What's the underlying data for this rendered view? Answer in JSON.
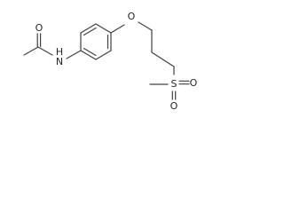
{
  "molecule": {
    "atoms": {
      "carbonyl_o": "O",
      "amide_n": "N",
      "amide_h": "H",
      "ether_o": "O",
      "sulfur": "S",
      "sulfonyl_o1": "O",
      "sulfonyl_o2": "O"
    },
    "colors": {
      "bond": "#404040",
      "label": "#262626",
      "background": "#ffffff"
    }
  }
}
